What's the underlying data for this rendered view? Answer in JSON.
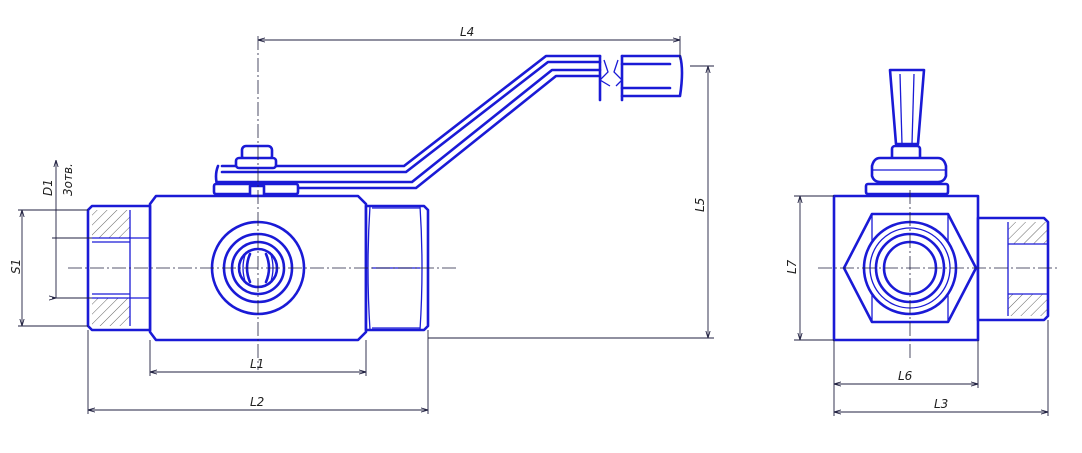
{
  "dimensions": {
    "L1": "L1",
    "L2": "L2",
    "L3": "L3",
    "L4": "L4",
    "L5": "L5",
    "L6": "L6",
    "L7": "L7",
    "S1": "S1",
    "D1": "D1",
    "D1_note": "3отв."
  },
  "colors": {
    "outline": "#1a1ad6",
    "dimension": "#202040",
    "hatch": "#404040"
  }
}
